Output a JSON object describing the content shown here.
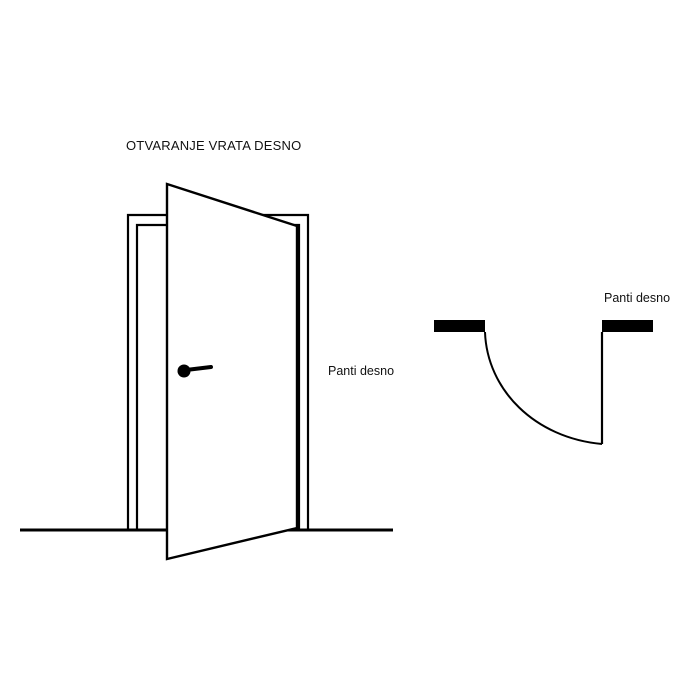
{
  "diagram": {
    "title": "OTVARANJE VRATA DESNO",
    "elevation_hinge_label": "Panti desno",
    "plan_hinge_label": "Panti desno"
  },
  "colors": {
    "ink": "#000000",
    "background": "#ffffff"
  }
}
